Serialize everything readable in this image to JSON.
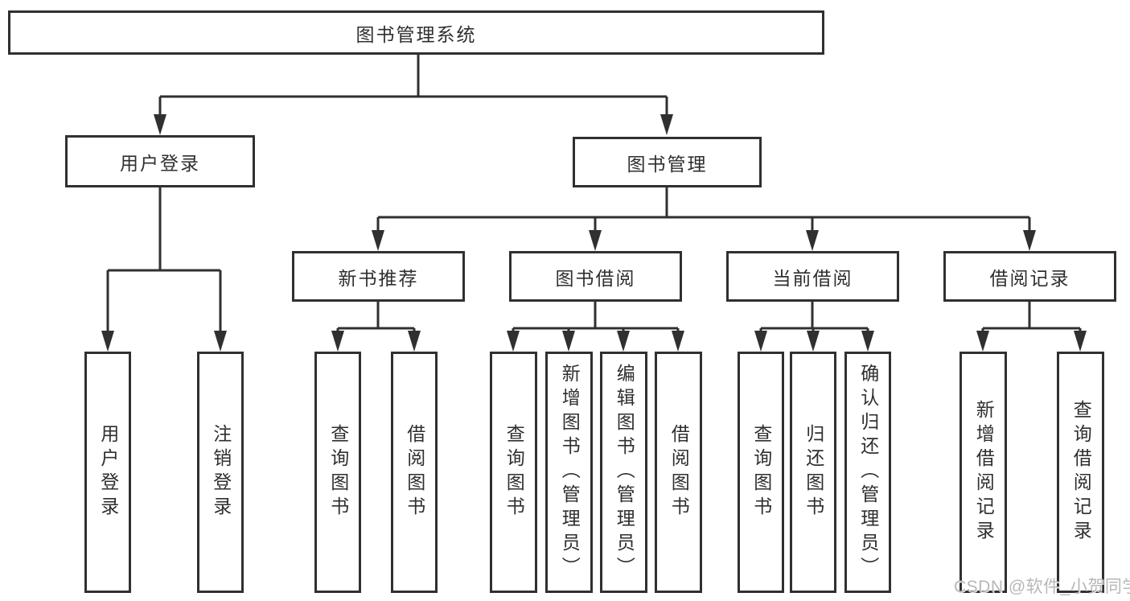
{
  "diagram": {
    "root": "图书管理系统",
    "level2": {
      "user_login": "用户登录",
      "book_mgmt": "图书管理"
    },
    "level3": {
      "new_book": "新书推荐",
      "book_borrow": "图书借阅",
      "current_borrow": "当前借阅",
      "borrow_record": "借阅记录"
    },
    "leaves": {
      "user_login": [
        "用户登录",
        "注销登录"
      ],
      "new_book": [
        "查询图书",
        "借阅图书"
      ],
      "book_borrow": [
        "查询图书",
        "新增图书（管理员）",
        "编辑图书（管理员）",
        "借阅图书"
      ],
      "current_borrow": [
        "查询图书",
        "归还图书",
        "确认归还（管理员）"
      ],
      "borrow_record": [
        "新增借阅记录",
        "查询借阅记录"
      ]
    }
  },
  "watermark": {
    "text": "CSDN @软件_小贺同学",
    "color": "#b7b7bb"
  },
  "colors": {
    "line": "#303030",
    "text": "#2f2f2f",
    "background": "#ffffff"
  }
}
